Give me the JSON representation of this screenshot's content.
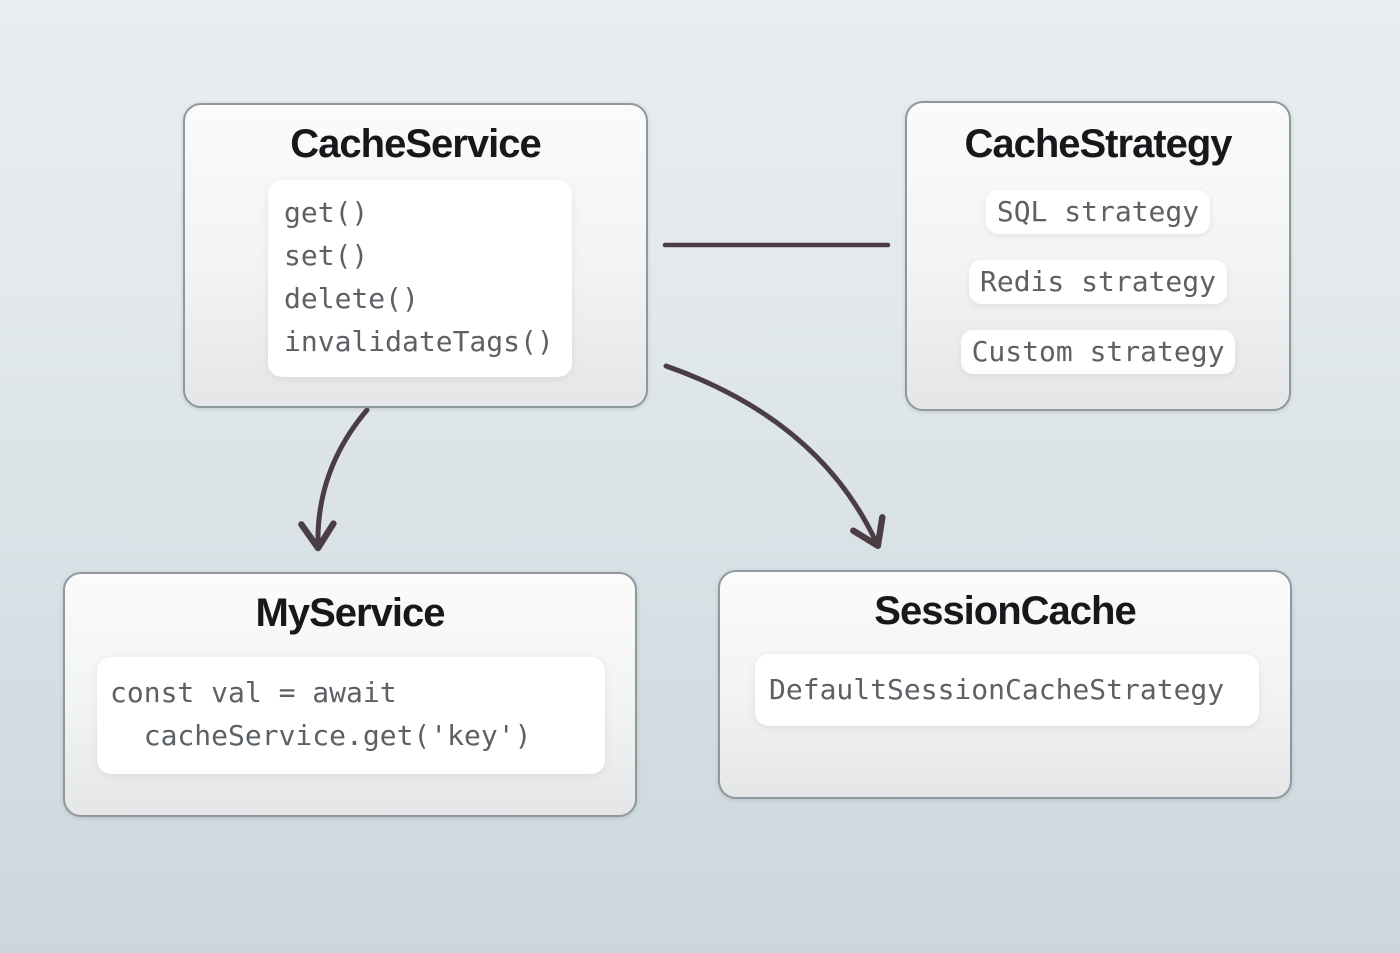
{
  "diagram": {
    "nodes": {
      "cache_service": {
        "title": "CacheService",
        "methods": [
          "get()",
          "set()",
          "delete()",
          "invalidateTags()"
        ]
      },
      "cache_strategy": {
        "title": "CacheStrategy",
        "strategies": [
          "SQL strategy",
          "Redis strategy",
          "Custom strategy"
        ]
      },
      "my_service": {
        "title": "MyService",
        "code": [
          "const val = await",
          "  cacheService.get('key')"
        ]
      },
      "session_cache": {
        "title": "SessionCache",
        "code": [
          "DefaultSessionCacheStrategy"
        ]
      }
    },
    "edges": [
      {
        "from": "cache_service",
        "to": "cache_strategy",
        "type": "plain-line"
      },
      {
        "from": "cache_service",
        "to": "my_service",
        "type": "curved-arrow"
      },
      {
        "from": "cache_service",
        "to": "session_cache",
        "type": "curved-arrow"
      }
    ],
    "colors": {
      "background_top": "#e9edef",
      "background_bottom": "#ccd7dc",
      "node_border": "#8e989d",
      "node_fill_top": "#fbfbfb",
      "node_fill_bottom": "#e5e6e7",
      "code_background": "#ffffff",
      "title_text": "#17181b",
      "code_text": "#5c6166",
      "connector": "#4a3d43"
    }
  }
}
